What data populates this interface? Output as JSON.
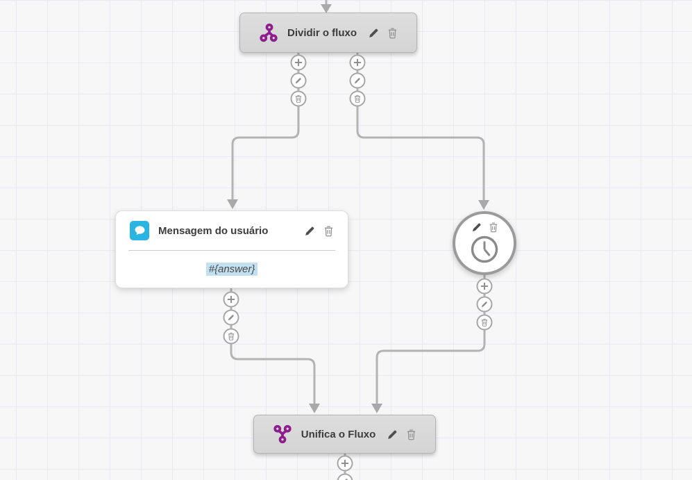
{
  "canvas": {
    "background": "#f7f7f8",
    "grid_line_color": "#e8ebf3",
    "connector_color": "#b3b3b3"
  },
  "colors": {
    "accent_purple": "#8e1d8e",
    "accent_cyan": "#29b4e2",
    "node_gray_fill": "#d8d8d8",
    "node_border": "#b4b4b4",
    "variable_highlight": "#c3e0f0"
  },
  "nodes": {
    "split": {
      "title": "Dividir o fluxo"
    },
    "message": {
      "title": "Mensagem do usuário",
      "content": "#{answer}"
    },
    "timer": {
      "type": "timer"
    },
    "merge": {
      "title": "Unifica o Fluxo"
    }
  }
}
